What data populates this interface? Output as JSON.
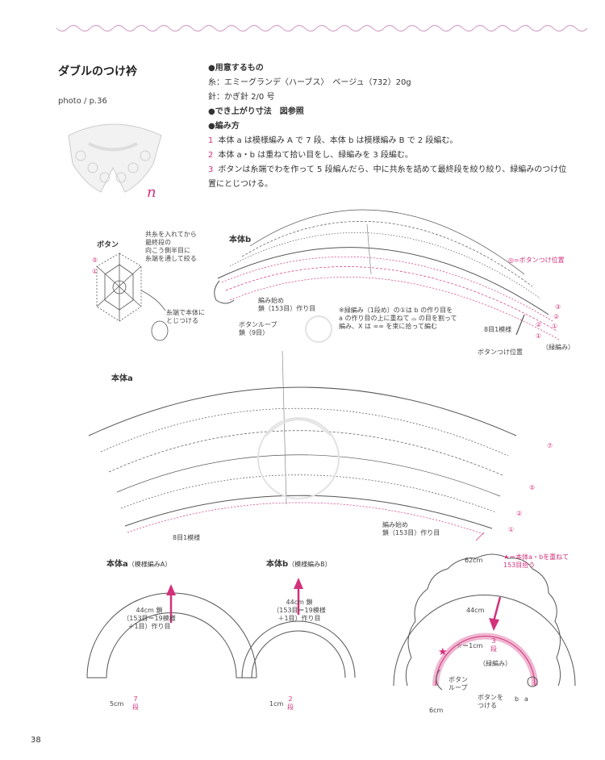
{
  "title": "ダブルのつけ衿",
  "photo_ref": "photo / p.36",
  "materials": {
    "heading": "●用意するもの",
    "yarn": "糸：エミーグランデ〈ハーブス〉　ベージュ（732）20g",
    "hook": "針：かぎ針 2/0 号",
    "size": "●でき上がり寸法　図参照",
    "method_heading": "●編み方",
    "steps": [
      {
        "num": "1",
        "text": "本体 a は模様編み A で 7 段、本体 b は模様編み B で 2 段編む。"
      },
      {
        "num": "2",
        "text": "本体 a・b は重ねて拾い目をし、緑編みを 3 段編む。"
      },
      {
        "num": "3",
        "text": "ボタンは糸端でわを作って 5 段編んだら、中に共糸を詰めて最終段を絞り絞り、緑編みのつけ位"
      },
      {
        "num": "",
        "text": "置にとじつける。"
      }
    ]
  },
  "handwritten_mark": "n",
  "button": {
    "label": "ボタン",
    "note1": [
      "共糸を入れてから",
      "最終段の",
      "向こう側半目に",
      "糸端を通して絞る"
    ],
    "note2": [
      "糸端で本体に",
      "とじつける"
    ],
    "rows": [
      "⑤",
      "①"
    ]
  },
  "body_b": {
    "label": "本体b",
    "button_pos": "◎=ボタンつけ位置",
    "start": [
      "編み始め",
      "鎖（153目）作り目"
    ],
    "loop": [
      "ボタンループ",
      "鎖（9目）"
    ],
    "note": [
      "※緑編み（1段め）の①は b の作り目を",
      "a の作り目の上に重ねて ⌓ の目を割って",
      "編み、X は ∞∞ を束に拾って編む"
    ],
    "repeat": "8目1模様",
    "button_pos2": "ボタンつけ位置",
    "edge": "（緑編み）",
    "rows": [
      "③",
      "②",
      "①",
      "②",
      "①"
    ]
  },
  "body_a": {
    "label": "本体a",
    "start": [
      "編み始め",
      "鎖（153目）作り目"
    ],
    "repeat": "8目1模様",
    "rows": [
      "⑦",
      "⑤",
      "②",
      "①"
    ]
  },
  "diagrams": {
    "a_title": "本体a",
    "a_sub": "（模様編みA）",
    "a_center": [
      "44cm 鎖",
      "（153目＝19模様",
      "＋1目）作り目"
    ],
    "a_width": "5cm",
    "a_rows": [
      "7",
      "段"
    ],
    "b_title": "本体b",
    "b_sub": "（模様編みB）",
    "b_center": [
      "44cm 鎖",
      "（153目＝19模様",
      "＋1目）作り目"
    ],
    "b_width": "1cm",
    "b_rows": [
      "2",
      "段"
    ],
    "c_top": "62cm",
    "c_note": [
      "★＝本体a・bを重ねて",
      "153目拾う"
    ],
    "c_inner": "44cm",
    "c_edge": "☆＝1cm",
    "c_rows": [
      "3",
      "段"
    ],
    "c_edge_label": "（緑編み）",
    "c_loop": [
      "ボタン",
      "ループ"
    ],
    "c_bottom": "6cm",
    "c_button": [
      "ボタンを",
      "つける"
    ],
    "c_ab": [
      "b",
      "a"
    ]
  },
  "page_number": "38",
  "colors": {
    "accent": "#d2317c",
    "ink": "#555555",
    "pink_fill": "#f0c8dc"
  }
}
